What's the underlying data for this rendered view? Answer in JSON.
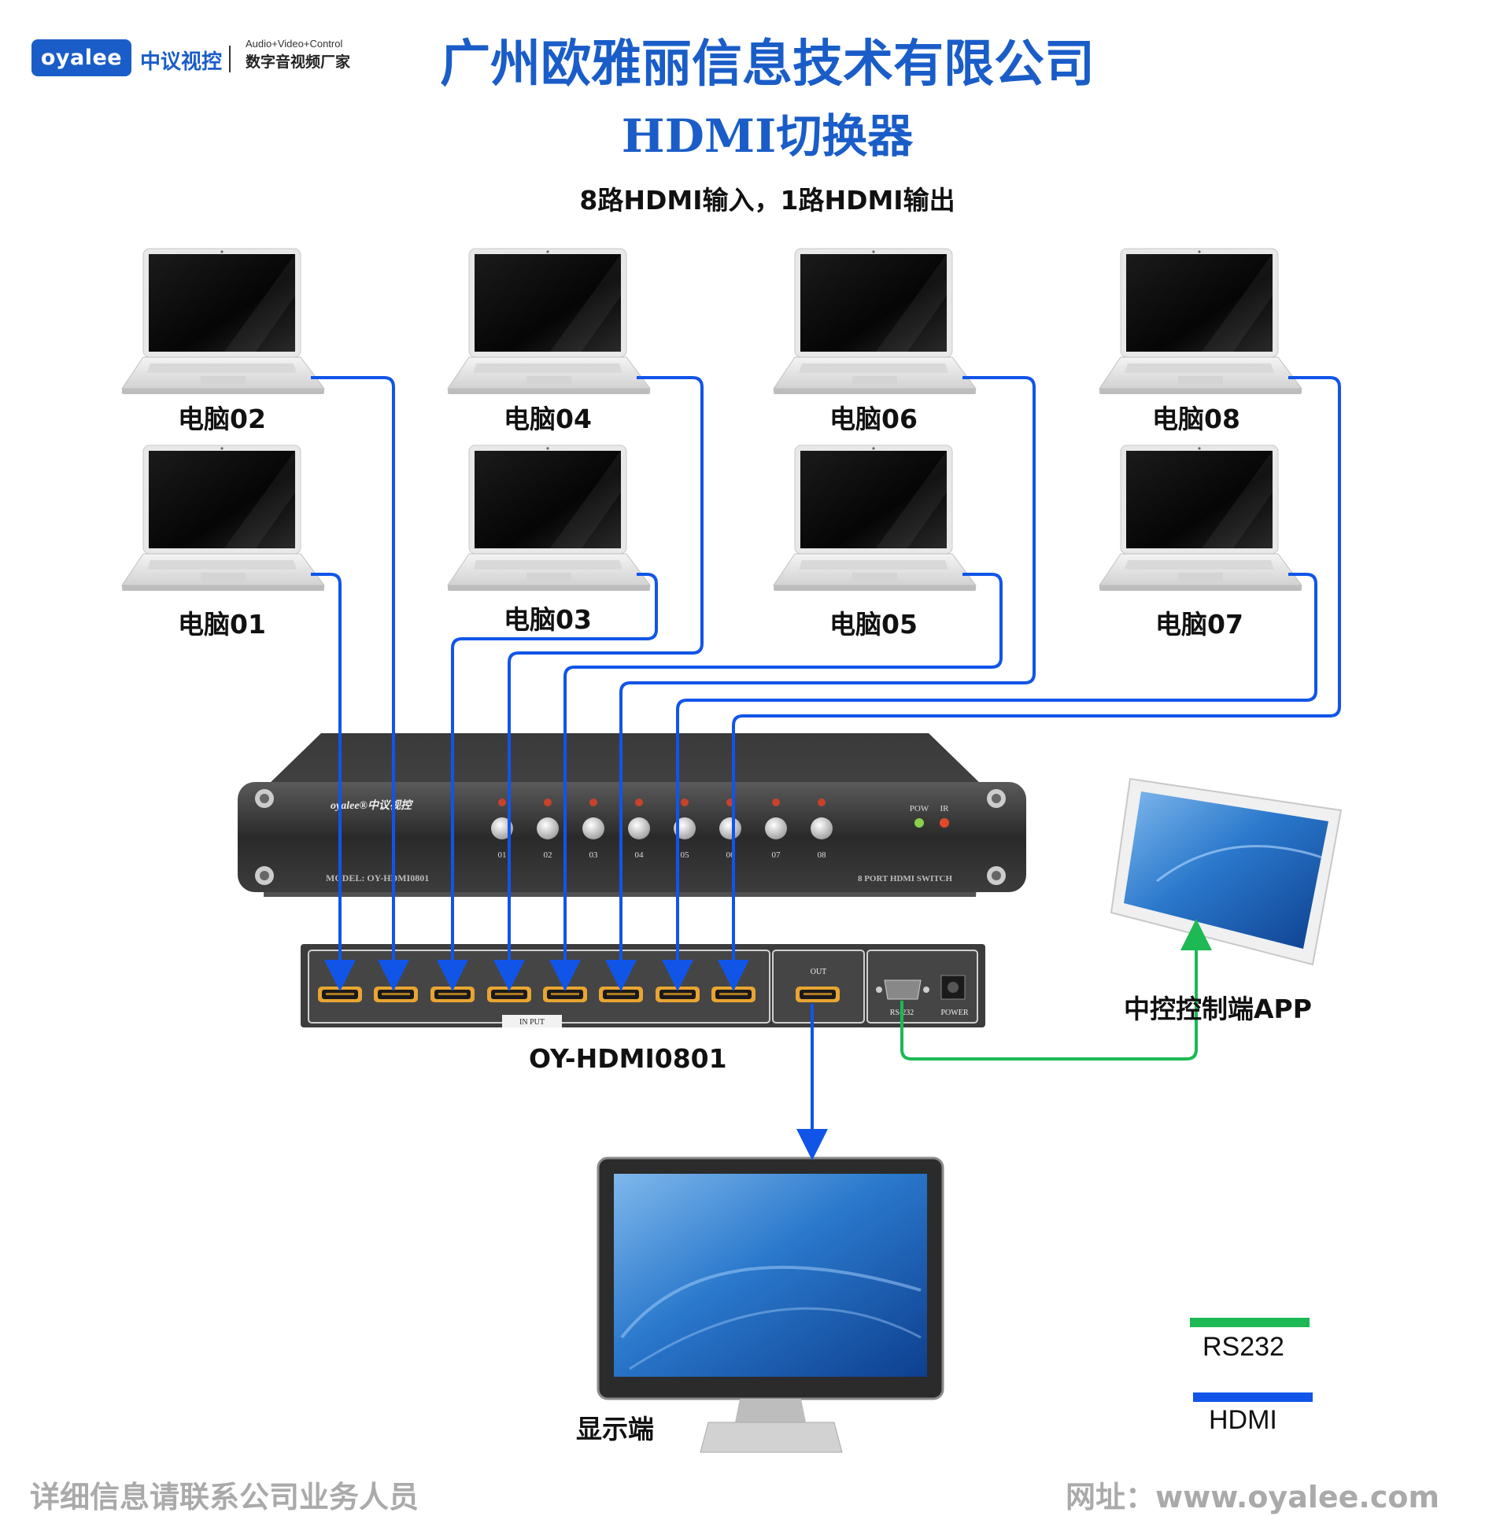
{
  "header": {
    "logo_text": "oyalee",
    "brand_cn": "中议视控",
    "brand_en": "Audio+Video+Control",
    "brand_tagline": "数字音视频厂家",
    "company": "广州欧雅丽信息技术有限公司",
    "product": "HDMI切换器",
    "subtitle": "8路HDMI输入，1路HDMI输出"
  },
  "computers": {
    "pc01": "电脑01",
    "pc02": "电脑02",
    "pc03": "电脑03",
    "pc04": "电脑04",
    "pc05": "电脑05",
    "pc06": "电脑06",
    "pc07": "电脑07",
    "pc08": "电脑08"
  },
  "device": {
    "front_logo": "oyalee®中议视控",
    "model_label": "MODEL:  OY-HDMI0801",
    "switch_label": "8 PORT HDMI SWITCH",
    "pow": "POW",
    "ir": "IR",
    "buttons": [
      "01",
      "02",
      "03",
      "04",
      "05",
      "06",
      "07",
      "08"
    ],
    "rear_input": "IN PUT",
    "rear_out": "OUT",
    "rear_rs232": "RS-232",
    "rear_power": "POWER",
    "model_caption": "OY-HDMI0801"
  },
  "tablet_caption": "中控控制端APP",
  "display_caption": "显示端",
  "legend": {
    "rs232": "RS232",
    "hdmi": "HDMI",
    "rs232_color": "#1db954",
    "hdmi_color": "#1155e8"
  },
  "footer": {
    "left": "详细信息请联系公司业务人员",
    "right": "网址：www.oyalee.com"
  }
}
